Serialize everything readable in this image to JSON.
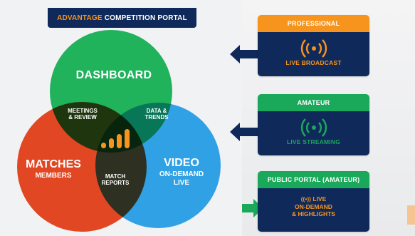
{
  "header": {
    "accent": "ADVANTAGE",
    "rest": "COMPETITION PORTAL"
  },
  "venn": {
    "dashboard": "DASHBOARD",
    "matches": "MATCHES",
    "members": "MEMBERS",
    "video": "VIDEO",
    "on_demand": "ON-DEMAND",
    "live": "LIVE",
    "meetings_1": "MEETINGS",
    "meetings_2": "& REVIEW",
    "data_1": "DATA &",
    "data_2": "TRENDS",
    "reports_1": "MATCH",
    "reports_2": "REPORTS",
    "colors": {
      "green": "#21b25c",
      "red": "#f04b24",
      "blue": "#34aaf0"
    }
  },
  "cards": {
    "professional": {
      "title": "PROFESSIONAL",
      "label": "LIVE BROADCAST",
      "color": "#f7941d"
    },
    "amateur": {
      "title": "AMATEUR",
      "label": "LIVE STREAMING",
      "color": "#1aa85a"
    },
    "public": {
      "title": "PUBLIC PORTAL (AMATEUR)",
      "line1": "((•)) LIVE",
      "line2": "ON-DEMAND",
      "line3": "& HIGHLIGHTS",
      "color": "#1aa85a"
    }
  },
  "icons": [
    "broadcast-icon",
    "bar-chart-logo-icon",
    "arrow-left-icon",
    "arrow-right-icon"
  ]
}
